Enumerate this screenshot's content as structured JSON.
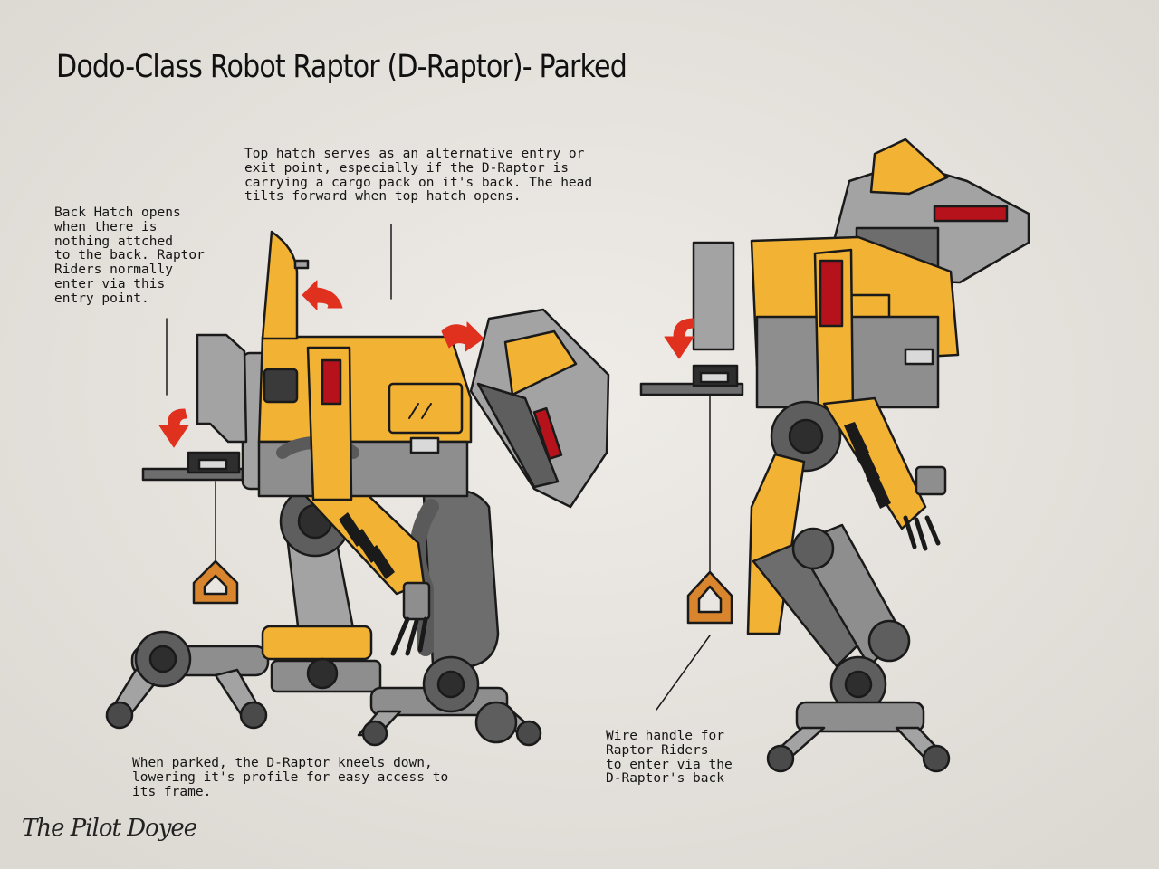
{
  "title": "Dodo-Class Robot Raptor (D-Raptor)- Parked",
  "notes": {
    "top_hatch": "Top hatch serves as an alternative entry or\nexit point, especially if the D-Raptor is\ncarrying a cargo pack on it's back. The head\ntilts forward when top hatch opens.",
    "back_hatch": "Back Hatch opens\nwhen there is\nnothing attched\nto the back. Raptor\nRiders normally\nenter via this\nentry point.",
    "parked": "When parked, the D-Raptor kneels down,\nlowering it's profile for easy access to\nits frame.",
    "wire_handle": "Wire handle for\nRaptor Riders\nto enter via the\nD-Raptor's back"
  },
  "signature": "The Pilot Doyee",
  "colors": {
    "yellow": "#f2b233",
    "dark_yellow": "#c98a16",
    "grey": "#a3a3a3",
    "dark_grey": "#5e5e5e",
    "red": "#b5121b",
    "arrow_red": "#e0301e",
    "orange_handle": "#d8852d"
  }
}
